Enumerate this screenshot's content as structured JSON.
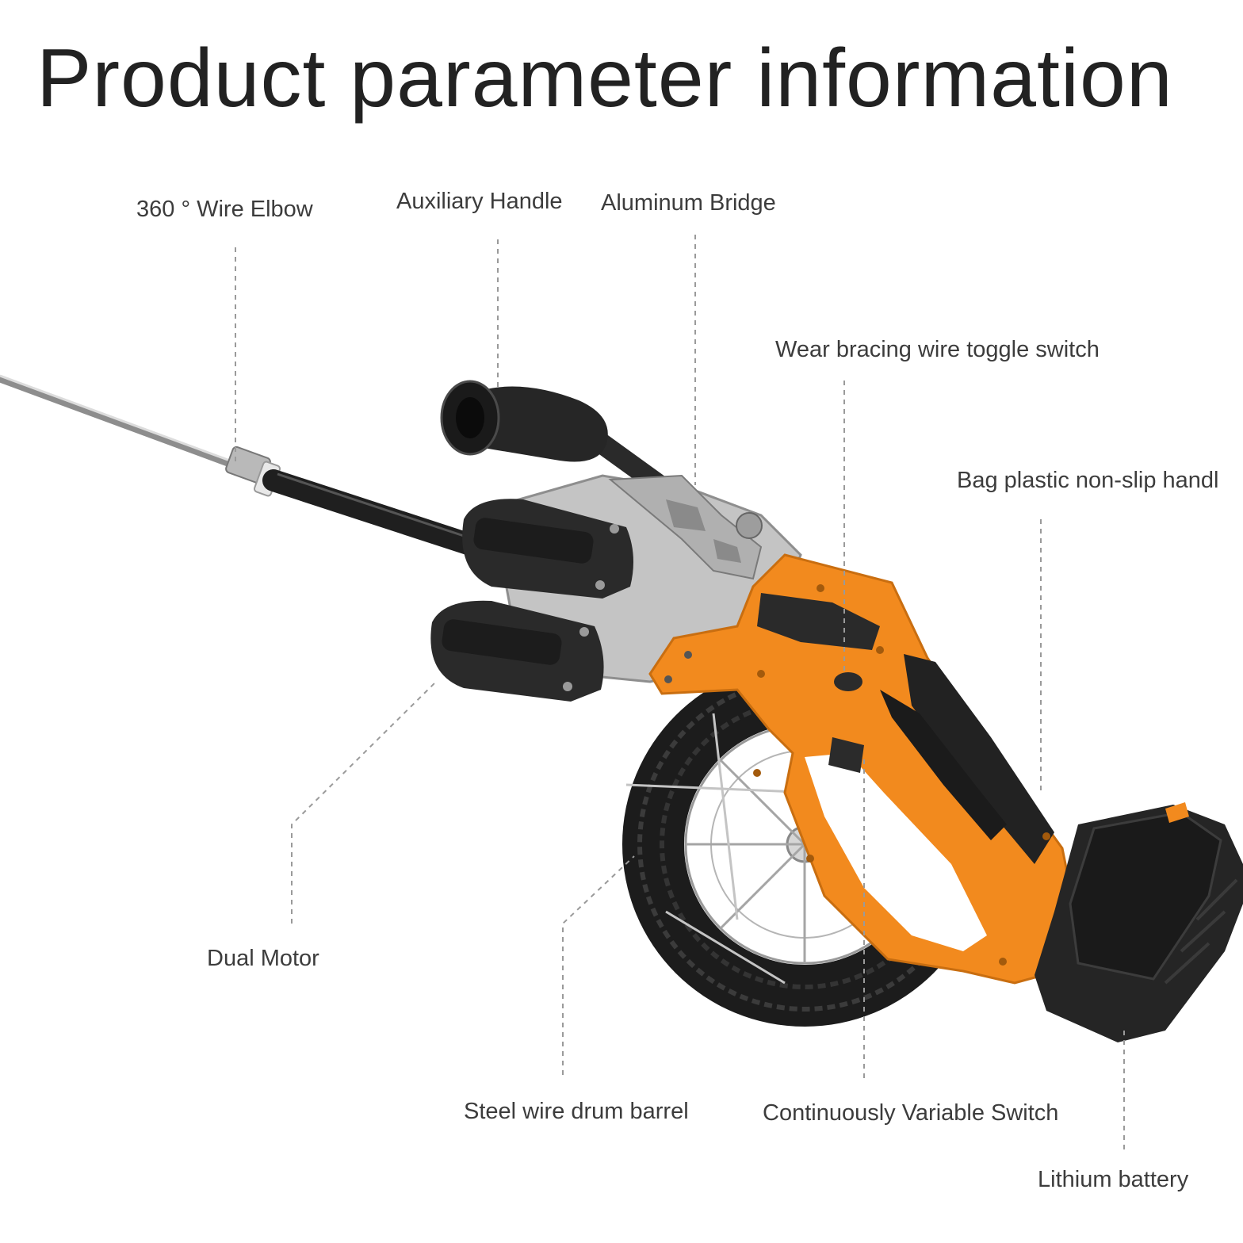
{
  "title": "Product parameter information",
  "labels": {
    "wire_elbow": "360 ° Wire Elbow",
    "auxiliary_handle": "Auxiliary Handle",
    "aluminum_bridge": "Aluminum Bridge",
    "toggle_switch": "Wear bracing wire toggle switch",
    "non_slip_handle": "Bag plastic non-slip handl",
    "dual_motor": "Dual Motor",
    "wire_drum": "Steel wire drum barrel",
    "variable_switch": "Continuously Variable Switch",
    "lithium_battery": "Lithium battery"
  },
  "colors": {
    "body_orange": "#f28a1e",
    "dark_rubber": "#2b2b2b",
    "aluminum": "#c9c9c9",
    "leader_line": "#9a9a9a"
  }
}
